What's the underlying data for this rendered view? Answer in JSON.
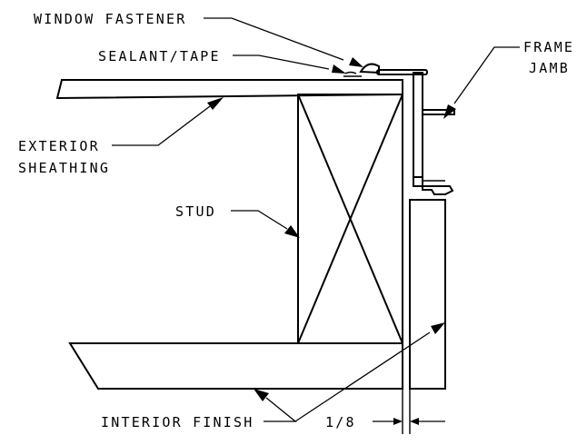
{
  "labels": {
    "window_fastener": "WINDOW FASTENER",
    "sealant_tape": "SEALANT/TAPE",
    "frame_jamb_line1": "FRAME",
    "frame_jamb_line2": "JAMB",
    "exterior_sheathing_line1": "EXTERIOR",
    "exterior_sheathing_line2": "SHEATHING",
    "stud": "STUD",
    "interior_finish": "INTERIOR FINISH",
    "dimension": "1/8"
  }
}
